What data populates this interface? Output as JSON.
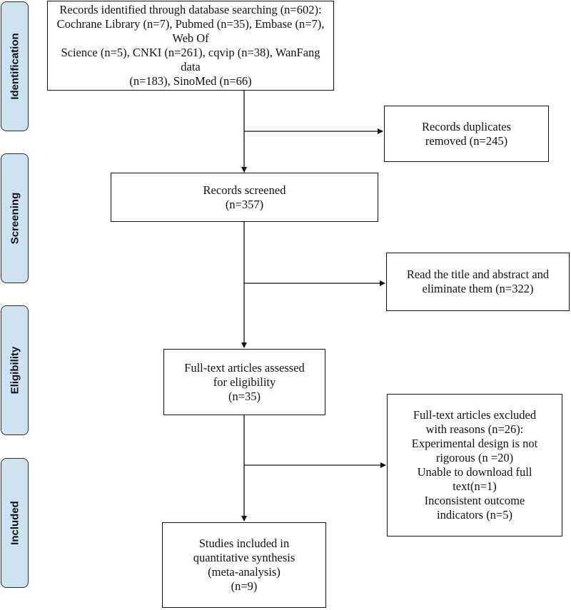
{
  "phases": {
    "identification": "Identification",
    "screening": "Screening",
    "eligibility": "Eligibility",
    "included": "Included"
  },
  "boxes": {
    "identified": [
      "Records identified through database searching (n=602):",
      "Cochrane Library (n=7), Pubmed (n=35), Embase (n=7), Web Of",
      "Science (n=5), CNKI (n=261), cqvip (n=38), WanFang data",
      "(n=183), SinoMed (n=66)"
    ],
    "duplicates": [
      "Records duplicates",
      "removed (n=245)"
    ],
    "screened": [
      "Records screened",
      "(n=357)"
    ],
    "title_abstract": [
      "Read the title and abstract and",
      "eliminate them (n=322)"
    ],
    "fulltext_assessed": [
      "Full-text articles assessed",
      "for eligibility",
      "(n=35)"
    ],
    "fulltext_excluded": [
      "Full-text articles excluded",
      "with reasons (n=26):",
      "Experimental design is not",
      "rigorous (n =20)",
      "Unable to download full",
      "text(n=1)",
      "Inconsistent outcome",
      "indicators (n=5)"
    ],
    "included": [
      "Studies included in",
      "quantitative synthesis",
      "(meta-analysis)",
      "(n=9)"
    ]
  }
}
